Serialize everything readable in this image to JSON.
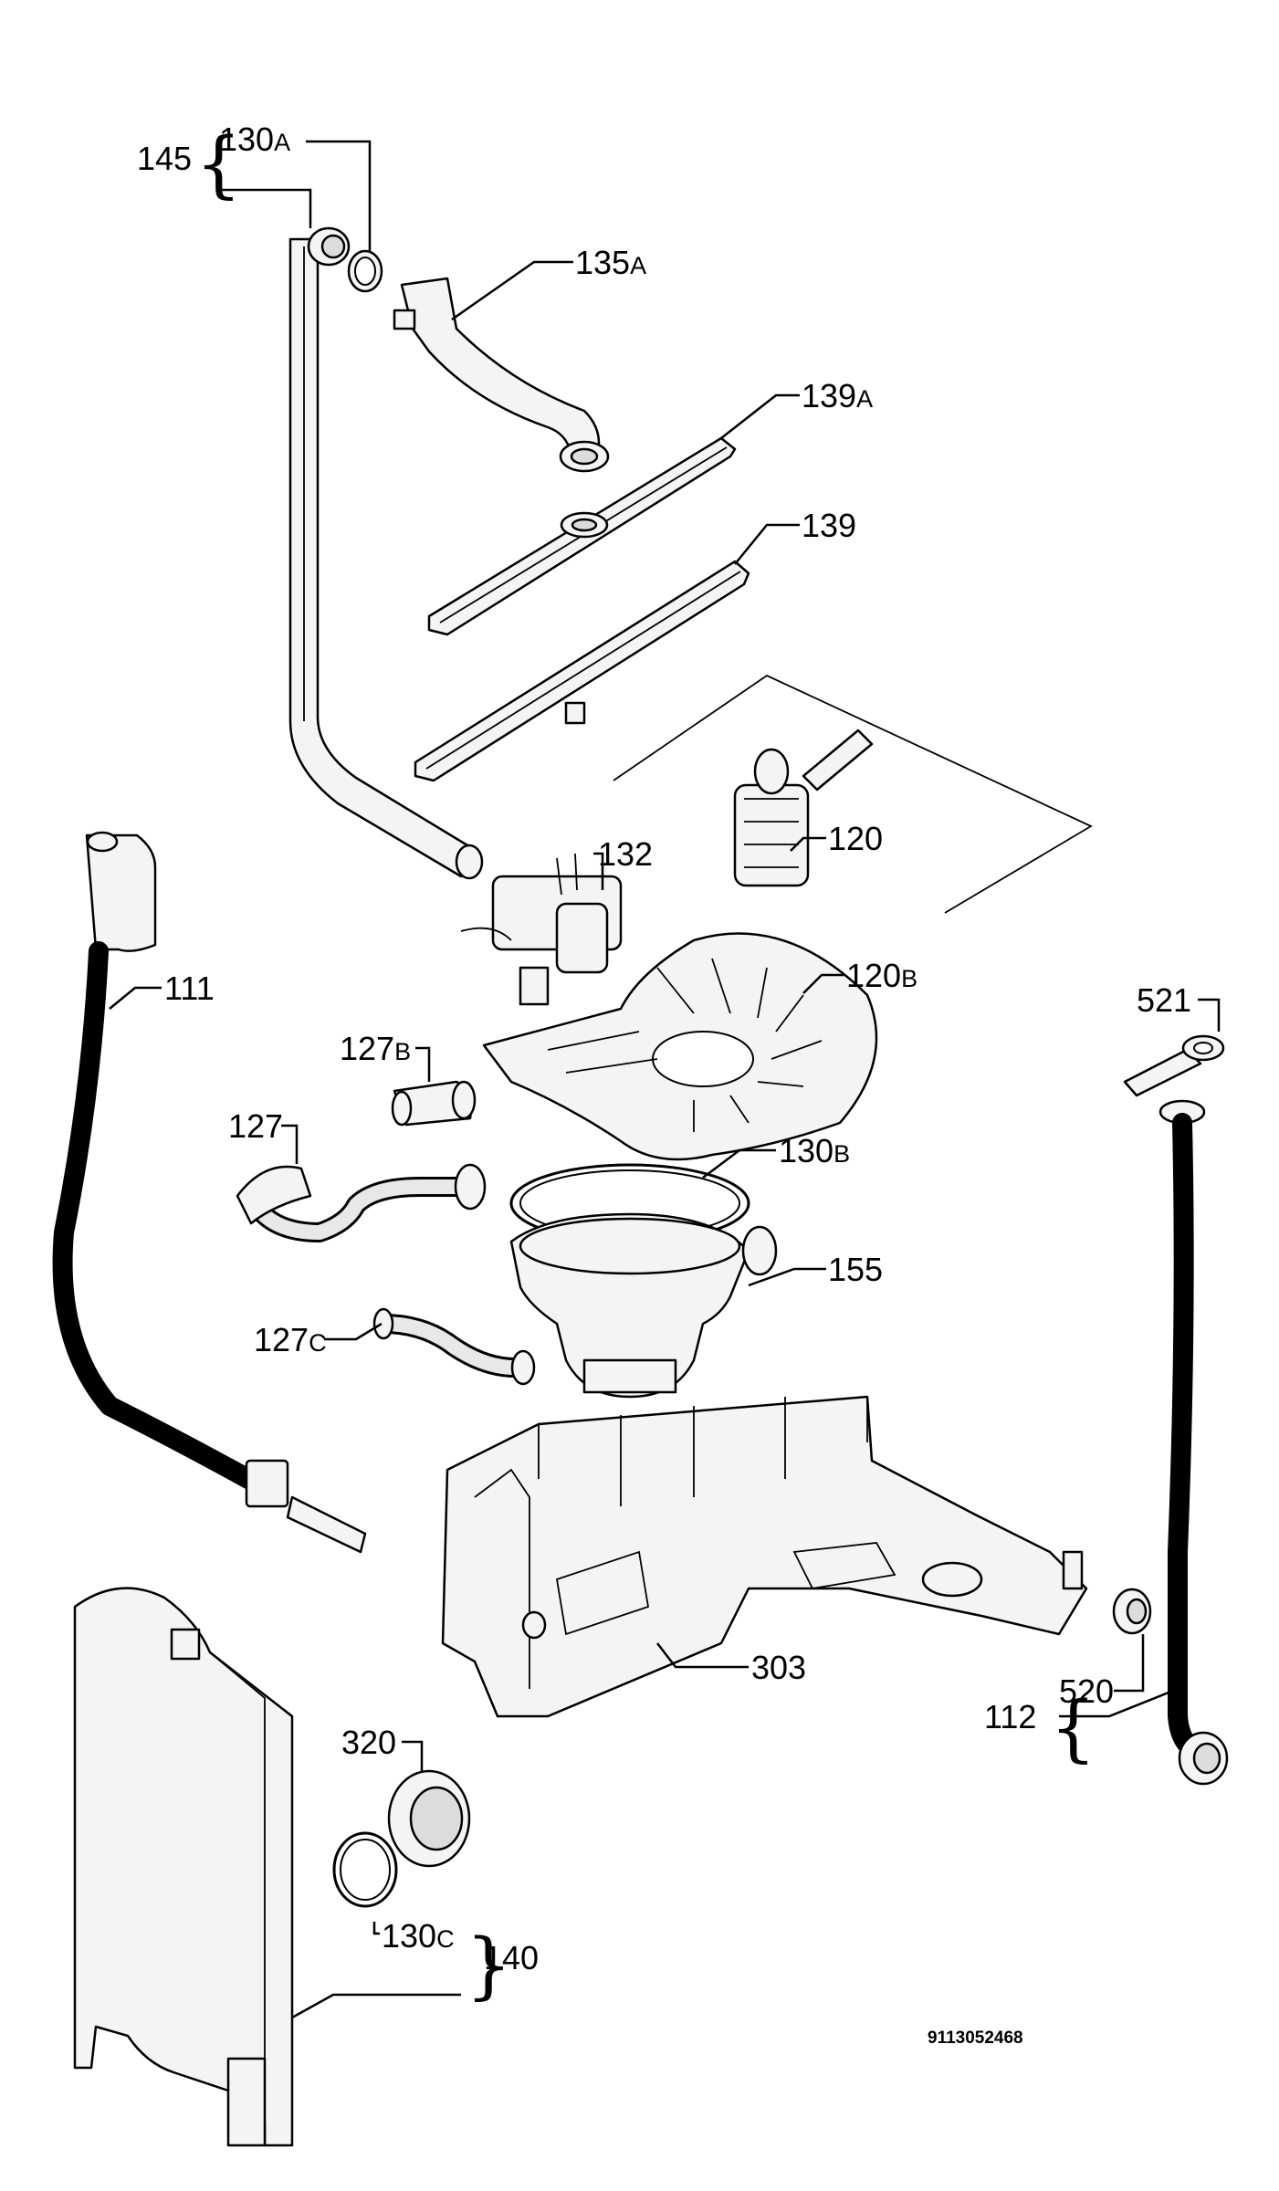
{
  "diagram": {
    "document_number": "9113052468",
    "labels": [
      {
        "id": "145",
        "text": "145"
      },
      {
        "id": "130A",
        "text": "130",
        "suffix": "A"
      },
      {
        "id": "135A",
        "text": "135",
        "suffix": "A"
      },
      {
        "id": "139A",
        "text": "139",
        "suffix": "A"
      },
      {
        "id": "139",
        "text": "139"
      },
      {
        "id": "120",
        "text": "120"
      },
      {
        "id": "132",
        "text": "132"
      },
      {
        "id": "111",
        "text": "111"
      },
      {
        "id": "120B",
        "text": "120",
        "suffix": "B"
      },
      {
        "id": "521",
        "text": "521"
      },
      {
        "id": "127B",
        "text": "127",
        "suffix": "B"
      },
      {
        "id": "127",
        "text": "127"
      },
      {
        "id": "130B",
        "text": "130",
        "suffix": "B"
      },
      {
        "id": "155",
        "text": "155"
      },
      {
        "id": "127C",
        "text": "127",
        "suffix": "C"
      },
      {
        "id": "303",
        "text": "303"
      },
      {
        "id": "520",
        "text": "520"
      },
      {
        "id": "112",
        "text": "112"
      },
      {
        "id": "320",
        "text": "320"
      },
      {
        "id": "130C",
        "text": "130",
        "suffix": "C"
      },
      {
        "id": "140",
        "text": "140"
      }
    ]
  }
}
